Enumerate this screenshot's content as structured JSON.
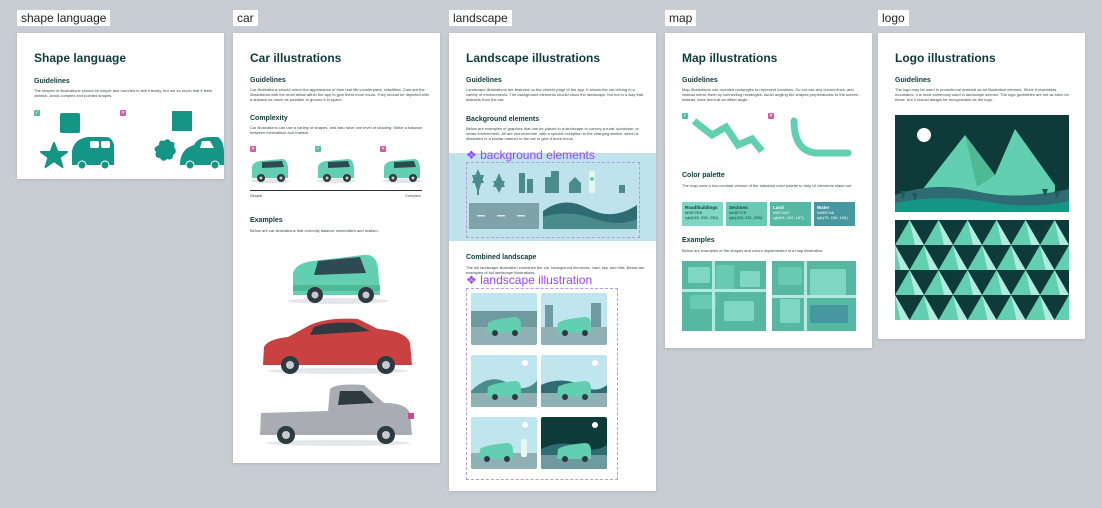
{
  "frames": {
    "shape": {
      "label": "shape language",
      "title": "Shape language",
      "guidelines_heading": "Guidelines",
      "guidelines_text": "The shapes of illustrations should be simple and rounded to feel friendly, but not so much that it feels childish. Avoid complex and pointed shapes."
    },
    "car": {
      "label": "car",
      "title": "Car illustrations",
      "guidelines_heading": "Guidelines",
      "guidelines_text": "Car illustrations should mirror the appearance of their real life counterparts, simplified. Cars are the illustrations with the most detail within the app to give them more focus. They should be depicted with a shadow as much as possible to ground it in space.",
      "complexity_heading": "Complexity",
      "complexity_text": "Car illustrations can use a variety of shapes, and also have one level of shading. Strike a balance between minimalism and realism.",
      "scale_left": "Simple",
      "scale_right": "Complex",
      "examples_heading": "Examples",
      "examples_text": "Below are car illustrations that correctly balance minimalism and realism."
    },
    "landscape": {
      "label": "landscape",
      "title": "Landscape illustrations",
      "guidelines_heading": "Guidelines",
      "guidelines_text": "Landscape illustrations are featured on the vehicle page of the app. It shows the car driving in a variety of environments. The background elements should show the landscape, but not in a way that distracts from the car.",
      "background_heading": "Background elements",
      "background_text": "Below are examples of graphics that can be placed in a landscape to convey a rural, suburban, or urban environment. All are monochrome, with a special exception to the charging station, which is illustrated in a similar manner to the car to give it more focus.",
      "bg_component": "❖ background elements",
      "combined_heading": "Combined landscape",
      "combined_text": "The full landscape illustration combines the car, background elements, road, sky, and hills. Below are examples of full landscape illustrations.",
      "landscape_component": "❖ landscape illustration"
    },
    "map": {
      "label": "map",
      "title": "Map illustrations",
      "guidelines_heading": "Guidelines",
      "guidelines_text": "Map illustrations use rounded rectangles to represent locations. Do not use any curved lines, and instead mimic them by connecting rectangles. Avoid angling the shapes perpendicular to the screen - instead, have them at an offset angle.",
      "palette_heading": "Color palette",
      "palette_text": "The map uses a low-contrast version of the standard color palette to help UI elements stand out.",
      "swatches": [
        {
          "name": "Road/buildings",
          "hex": "#E0F2EB",
          "rgb": "rgb(240, 250, 230)",
          "color": "#7fd6c4",
          "ink": "#0e3b3a"
        },
        {
          "name": "Sections",
          "hex": "#A3E7CE",
          "rgb": "rgb(163, 231, 206)",
          "color": "#68c9b4",
          "ink": "#0e3b3a"
        },
        {
          "name": "Land",
          "hex": "#5EC0A7",
          "rgb": "rgb(94, 192, 167)",
          "color": "#56b7a2",
          "ink": "#ffffff"
        },
        {
          "name": "Water",
          "hex": "#4B9CA6",
          "rgb": "rgb(75, 156, 166)",
          "color": "#4697a0",
          "ink": "#ffffff"
        }
      ],
      "examples_heading": "Examples",
      "examples_text": "Below are examples of the shapes and colors implemented in a map illustration."
    },
    "logo": {
      "label": "logo",
      "title": "Logo illustrations",
      "guidelines_heading": "Guidelines",
      "guidelines_text": "The logo may be used in promotional material as an illustration element. Since it resembles mountains, it is most commonly used in landscape scenes. The logo guidelines are not as strict for these, but it should always be recognizable as the logo."
    }
  },
  "colors": {
    "teal": "#159585",
    "teal_light": "#62d0b0",
    "dark": "#0e3b3a",
    "red_car": "#c94141",
    "grey_car": "#a9adb3"
  }
}
